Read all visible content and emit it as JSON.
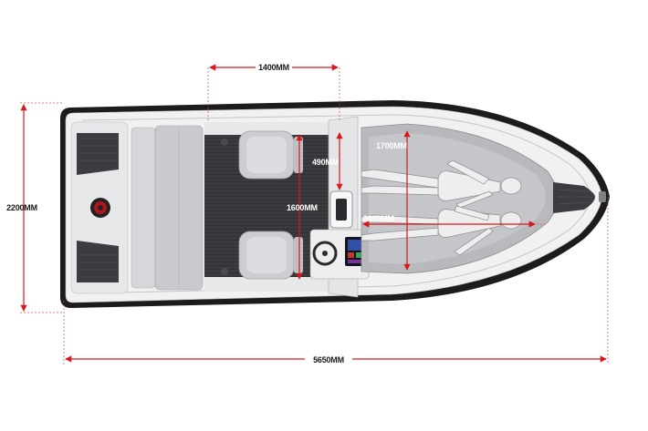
{
  "dimensions": {
    "cockpit_width": "1400MM",
    "overall_length": "5650MM",
    "beam": "2200MM",
    "seat_gap": "490MM",
    "deck_width": "1600MM",
    "bow_sunbed_width": "1700MM",
    "bow_sunbed_length": "2000MM"
  },
  "colors": {
    "dimension_line": "#d8161b",
    "hull_outline": "#1c1c1e",
    "deck": "#3a3b3f",
    "upholstery": "#c9cacd",
    "hull_white": "#f4f4f5"
  }
}
